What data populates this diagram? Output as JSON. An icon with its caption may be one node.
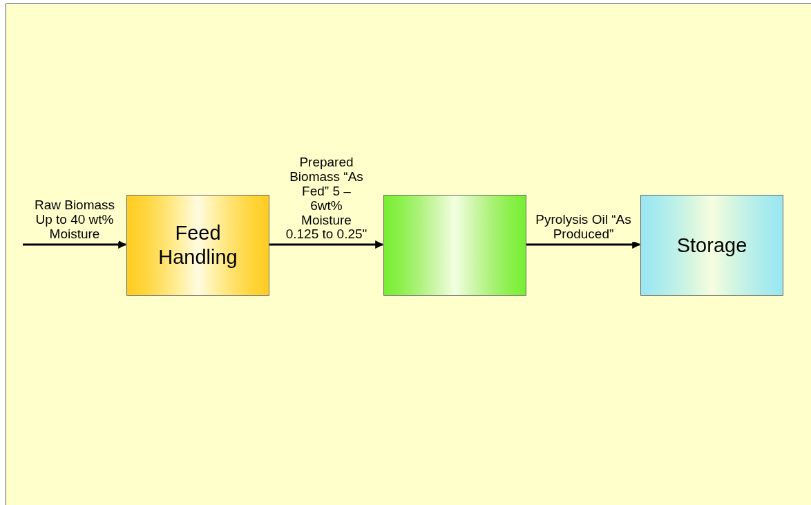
{
  "diagram": {
    "nodes": [
      {
        "text": [
          "Feed Handling"
        ]
      },
      {
        "text": [],
        "shape": "box"
      },
      {
        "text": [
          "Storage"
        ]
      }
    ],
    "edges": [
      {
        "from": null,
        "to": 0,
        "arrow": "to",
        "label": "Raw Biomass Up to 40 wt% Moisture"
      },
      {
        "from": 0,
        "to": 1,
        "arrow": "to",
        "label": "Prepared Biomass “As Fed” 5 – 6wt% Moisture 0.125 to 0.25\""
      },
      {
        "from": 1,
        "to": 2,
        "arrow": "to",
        "label": "Pyrolysis Oil “As Produced”"
      }
    ]
  }
}
